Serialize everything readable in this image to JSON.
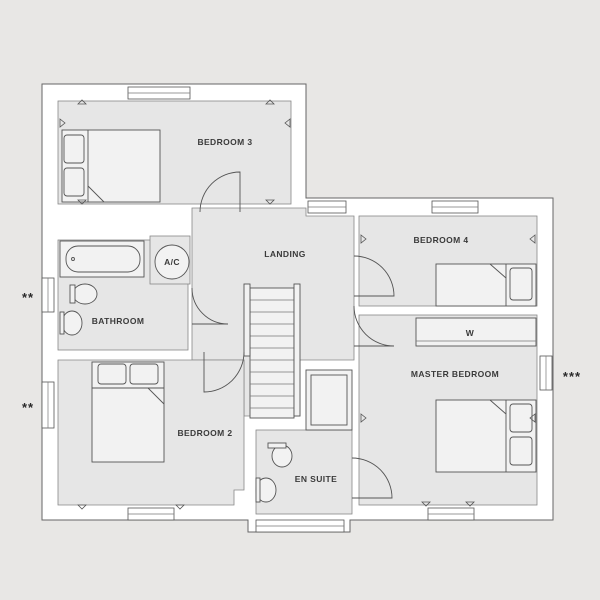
{
  "rooms": {
    "bedroom3": "BEDROOM 3",
    "landing": "LANDING",
    "bedroom4": "BEDROOM 4",
    "bathroom": "BATHROOM",
    "master": "MASTER BEDROOM",
    "bedroom2": "BEDROOM 2",
    "ensuite": "EN SUITE"
  },
  "fixtures": {
    "airing_cupboard": "A/C",
    "wardrobe": "W"
  },
  "window_marks": {
    "bathroom": "**",
    "bedroom2": "**",
    "master": "***"
  }
}
